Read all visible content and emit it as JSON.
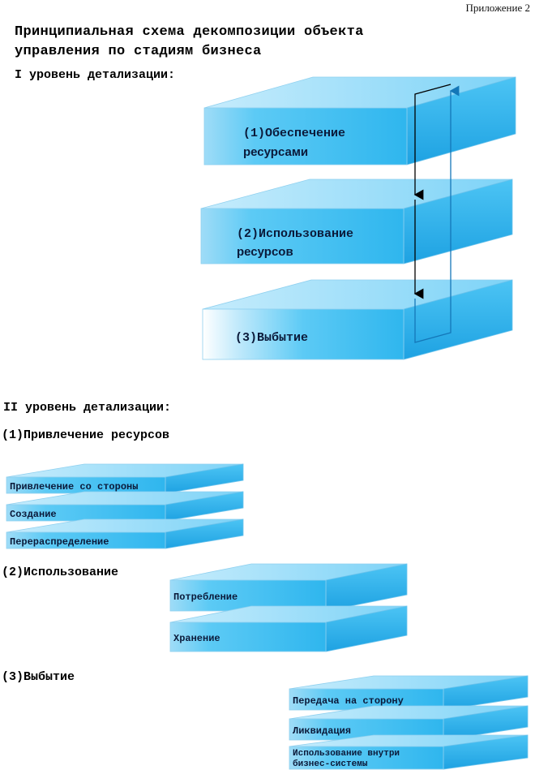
{
  "appendix_label": "Приложение 2",
  "title": {
    "line1": "Принципиальная схема декомпозиции объекта",
    "line2": "управления по стадиям бизнеса"
  },
  "level1": {
    "heading": "I уровень детализации:",
    "slabs": [
      {
        "line1": "(1)Обеспечение",
        "line2": "ресурсами"
      },
      {
        "line1": "(2)Использование",
        "line2": "ресурсов"
      },
      {
        "line1": "(3)Выбытие",
        "line2": ""
      }
    ]
  },
  "level2": {
    "heading": "II уровень детализации:",
    "groups": [
      {
        "heading": "(1)Привлечение ресурсов",
        "items": [
          "Привлечение со стороны",
          "Создание",
          "Перераспределение"
        ]
      },
      {
        "heading": "(2)Использование",
        "items": [
          "Потребление",
          "Хранение"
        ]
      },
      {
        "heading": "(3)Выбытие",
        "items": [
          "Передача на сторону",
          "Ликвидация",
          "Использование внутри\nбизнес-системы"
        ]
      }
    ]
  },
  "colors": {
    "slab_front": "#3cbdf2",
    "slab_top": "#8ed8f8",
    "slab_side": "#22a6e4",
    "arrow": "#000000",
    "arrow_up": "#1477b8"
  }
}
